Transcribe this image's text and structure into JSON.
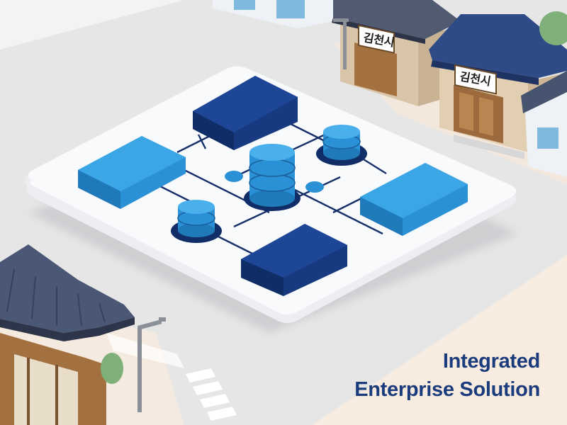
{
  "caption": {
    "line1": "Integrated",
    "line2": "Enterprise Solution"
  },
  "signs": [
    {
      "text": "김천시"
    },
    {
      "text": "김천시"
    }
  ],
  "colors": {
    "navy": "#123680",
    "sky": "#2f9ad9",
    "caption": "#1b3c7c",
    "ground": "#f7ede1",
    "road": "#e4e4e4",
    "platform": "#f6f7f9",
    "roof": "#3f4d6e",
    "wood": "#9c6a3c"
  },
  "icons": {
    "server_blocks": "server-block-icon",
    "databases": "database-cylinder-icon"
  }
}
